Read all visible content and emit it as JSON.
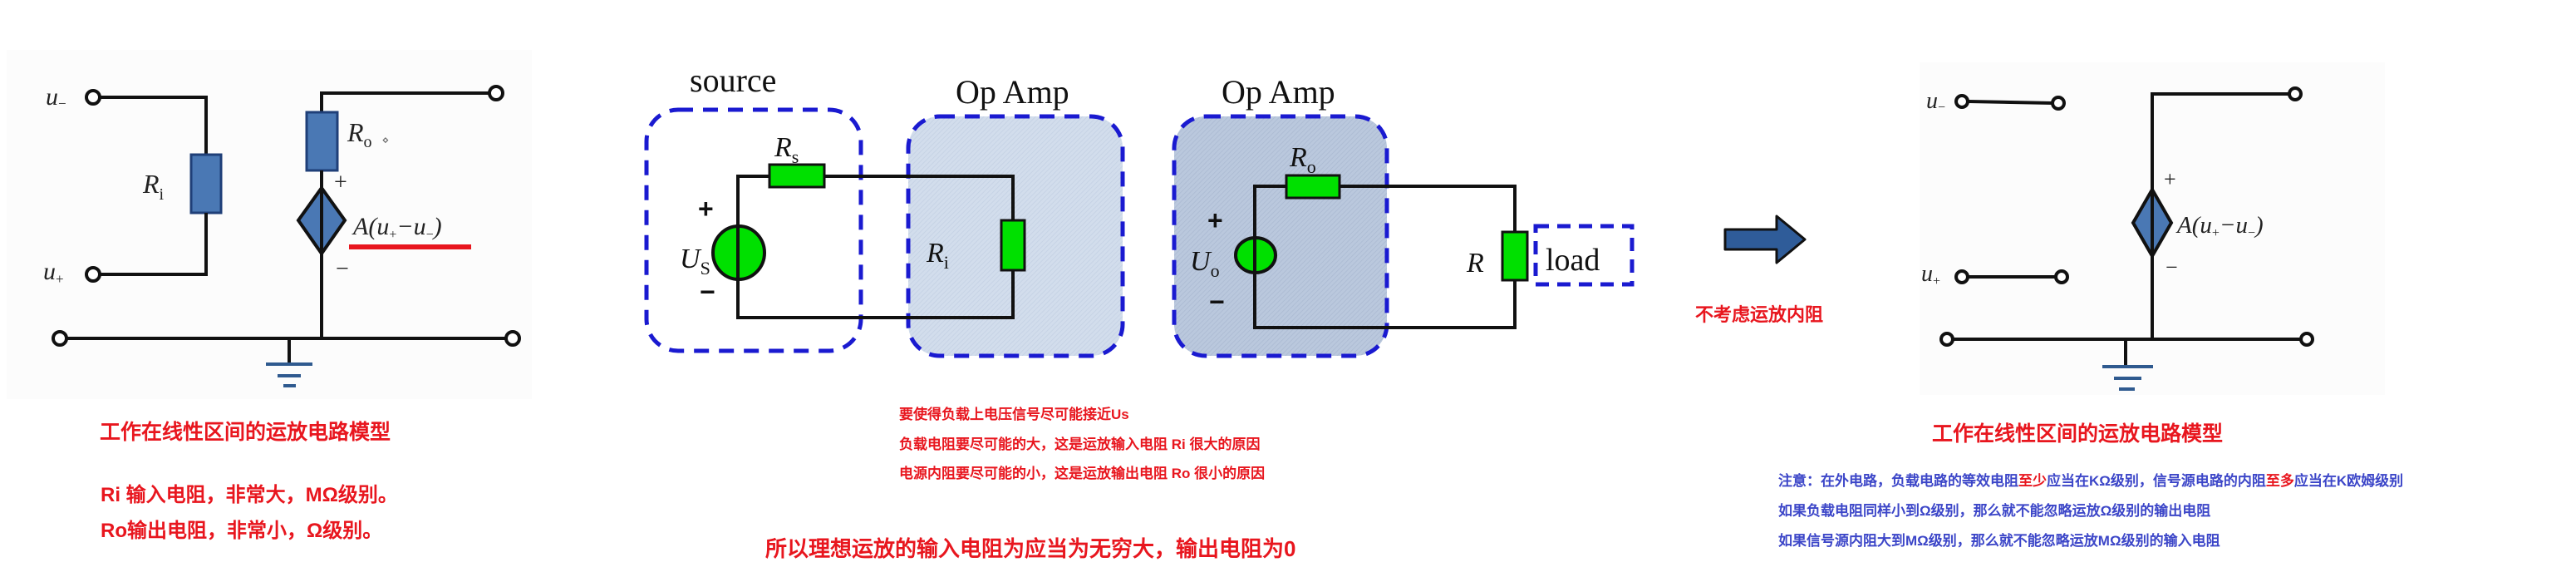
{
  "left_model": {
    "labels": {
      "u_minus": "u",
      "u_minus_sub": "−",
      "u_plus": "u",
      "u_plus_sub": "+",
      "ri": "R",
      "ri_sub": "i",
      "ro": "R",
      "ro_sub": "o",
      "ro_dot": "⋄",
      "plus": "+",
      "minus": "−",
      "vcvs": "A(u",
      "vcvs_sub1": "+",
      "vcvs_mid": "−u",
      "vcvs_sub2": "−",
      "vcvs_end": ")"
    },
    "title": "工作在线性区间的运放电路模型",
    "notes": [
      "Ri 输入电阻，非常大，MΩ级别。",
      "Ro输出电阻，非常小，Ω级别。"
    ]
  },
  "middle": {
    "source_label": "source",
    "opamp_label_1": "Op Amp",
    "opamp_label_2": "Op Amp",
    "load_label": "load",
    "labels": {
      "rs": "R",
      "rs_sub": "s",
      "us": "U",
      "us_sub": "S",
      "ri": "R",
      "ri_sub": "i",
      "ro": "R",
      "ro_sub": "o",
      "uo": "U",
      "uo_sub": "o",
      "r": "R",
      "plus": "+",
      "minus": "−"
    },
    "notes": [
      "要使得负载上电压信号尽可能接近Us",
      "负载电阻要尽可能的大，这是运放输入电阻 Ri  很大的原因",
      "电源内阻要尽可能的小，这是运放输出电阻 Ro 很小的原因"
    ],
    "conclusion": "所以理想运放的输入电阻为应当为无穷大，输出电阻为0"
  },
  "arrow": {
    "caption": "不考虑运放内阻"
  },
  "right_model": {
    "labels": {
      "u_minus": "u",
      "u_minus_sub": "−",
      "u_plus": "u",
      "u_plus_sub": "+",
      "plus": "+",
      "minus": "−",
      "vcvs": "A(u",
      "vcvs_sub1": "+",
      "vcvs_mid": "−u",
      "vcvs_sub2": "−",
      "vcvs_end": ")"
    },
    "title": "工作在线性区间的运放电路模型",
    "note_line1": {
      "a": "注意：在外电路，负载电路的等效电阻",
      "b": "至少",
      "c": "应当在KΩ级别，信号源电路的内阻",
      "d": "至多",
      "e": "应当在K欧姆级别"
    },
    "note_line2": "如果负载电阻同样小到Ω级别，那么就不能忽略运放Ω级别的输出电阻",
    "note_line3": "如果信号源内阻大到MΩ级别，那么就不能忽略运放MΩ级别的输入电阻"
  },
  "colors": {
    "wire": "#111111",
    "resistor_blue": "#4a78b4",
    "resistor_blue_border": "#1f3f78",
    "resistor_green": "#00e000",
    "dashed_blue": "#1a1ad0",
    "opamp_fill_light": "#d2ddec",
    "opamp_fill_dark": "#b9c7dc",
    "arrow_fill": "#2f5c99",
    "red_text": "#e8161e",
    "blue_text": "#3c46c8",
    "ground": "#2f5a8f"
  }
}
